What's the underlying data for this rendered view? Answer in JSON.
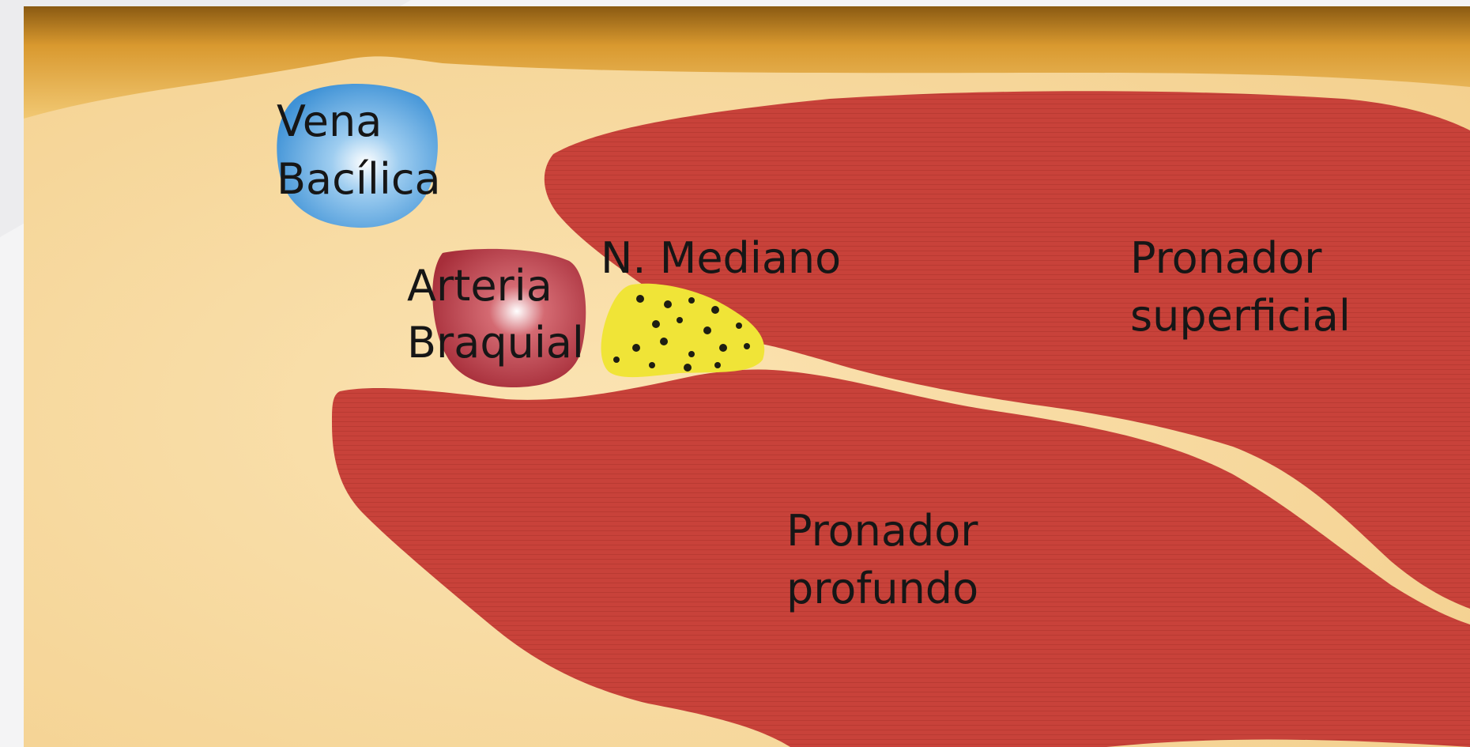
{
  "labels": {
    "vena_line1": "Vena",
    "vena_line2": "Bacílica",
    "arteria_line1": "Arteria",
    "arteria_line2": "Braquial",
    "nervio": "N. Mediano",
    "pronador_superficial_line1": "Pronador",
    "pronador_superficial_line2": "superficial",
    "pronador_profundo_line1": "Pronador",
    "pronador_profundo_line2": "profundo"
  },
  "colors": {
    "tissue": "#f6d9a0",
    "tissue_light": "#fbe8c0",
    "skin_top": "#c98a2e",
    "muscle": "#c8423a",
    "vein": "#5aa7e0",
    "artery": "#b83a44",
    "nerve": "#f0e437",
    "nerve_dots": "#1e1e12",
    "page_bg": "#f4f4f5"
  }
}
